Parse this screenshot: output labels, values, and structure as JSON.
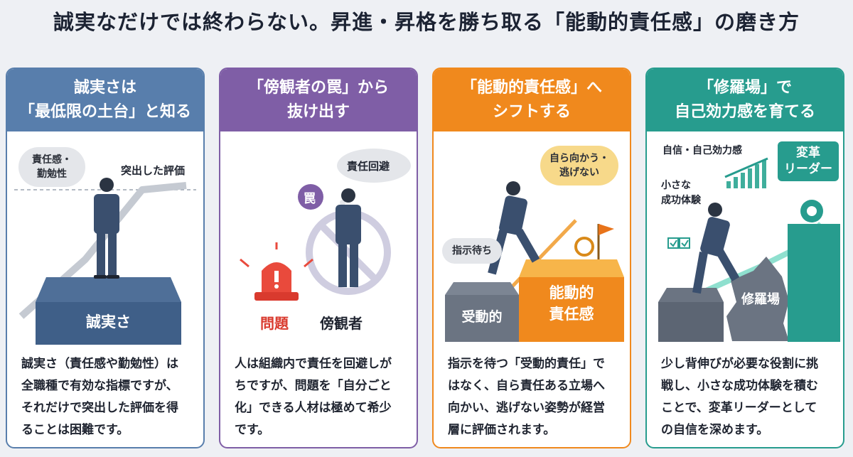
{
  "title": "誠実なだけでは終わらない。昇進・昇格を勝ち取る「能動的責任感」の磨き方",
  "colors": {
    "card1": "#587eac",
    "card2": "#7f5ea6",
    "card3": "#f0891d",
    "card4": "#279c8e",
    "problem_red": "#d93a2e"
  },
  "cards": [
    {
      "head_line1": "誠実さは",
      "head_line2": "「最低限の土台」と知る",
      "bubble": "責任感・\n勤勉性",
      "label_eval": "突出した評価",
      "block_label": "誠実さ",
      "body": "誠実さ（責任感や勤勉性）は全職種で有効な指標ですが、それだけで突出した評価を得ることは困難です。"
    },
    {
      "head_line1": "「傍観者の罠」から",
      "head_line2": "抜け出す",
      "thought": "責任回避",
      "trap_badge": "罠",
      "label_problem": "問題",
      "label_bystander": "傍観者",
      "body": "人は組織内で責任を回避しがちですが、問題を「自分ごと化」できる人材は極めて希少です。"
    },
    {
      "head_line1": "「能動的責任感」へ",
      "head_line2": "シフトする",
      "bubble_active": "自ら向かう・\n逃げない",
      "bubble_wait": "指示待ち",
      "block_passive": "受動的",
      "block_active": "能動的\n責任感",
      "body": "指示を待つ「受動的責任」ではなく、自ら責任ある立場へ向かい、逃げない姿勢が経営層に評価されます。"
    },
    {
      "head_line1": "「修羅場」で",
      "head_line2": "自己効力感を育てる",
      "label_confidence": "自信・自己効力感",
      "label_small": "小さな\n成功体験",
      "badge_leader": "変革\nリーダー",
      "block_shura": "修羅場",
      "body": "少し背伸びが必要な役割に挑戦し、小さな成功体験を積むことで、変革リーダーとしての自信を深めます。"
    }
  ]
}
